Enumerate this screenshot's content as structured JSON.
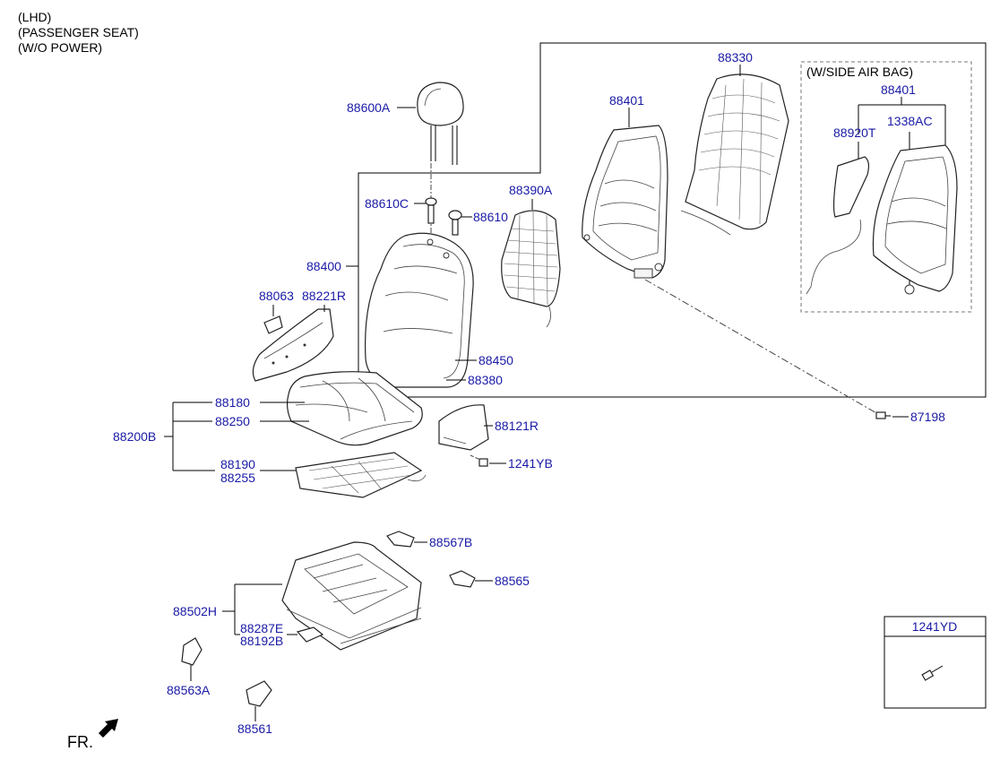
{
  "header": {
    "line1": "(LHD)",
    "line2": "(PASSENGER SEAT)",
    "line3": "(W/O POWER)"
  },
  "inset_title": "(W/SIDE AIR BAG)",
  "parts": {
    "p88600A": "88600A",
    "p88610C": "88610C",
    "p88610": "88610",
    "p88390A": "88390A",
    "p88400": "88400",
    "p88401": "88401",
    "p88330": "88330",
    "p88401b": "88401",
    "p88920T": "88920T",
    "p1338AC": "1338AC",
    "p88063": "88063",
    "p88221R": "88221R",
    "p88450": "88450",
    "p88380": "88380",
    "p88180": "88180",
    "p88250": "88250",
    "p88200B": "88200B",
    "p88190": "88190",
    "p88255": "88255",
    "p88121R": "88121R",
    "p1241YB": "1241YB",
    "p87198": "87198",
    "p88567B": "88567B",
    "p88565": "88565",
    "p88502H": "88502H",
    "p88287E": "88287E",
    "p88192B": "88192B",
    "p88563A": "88563A",
    "p88561": "88561"
  },
  "legend_box": {
    "title": "1241YD"
  },
  "fr_label": "FR."
}
